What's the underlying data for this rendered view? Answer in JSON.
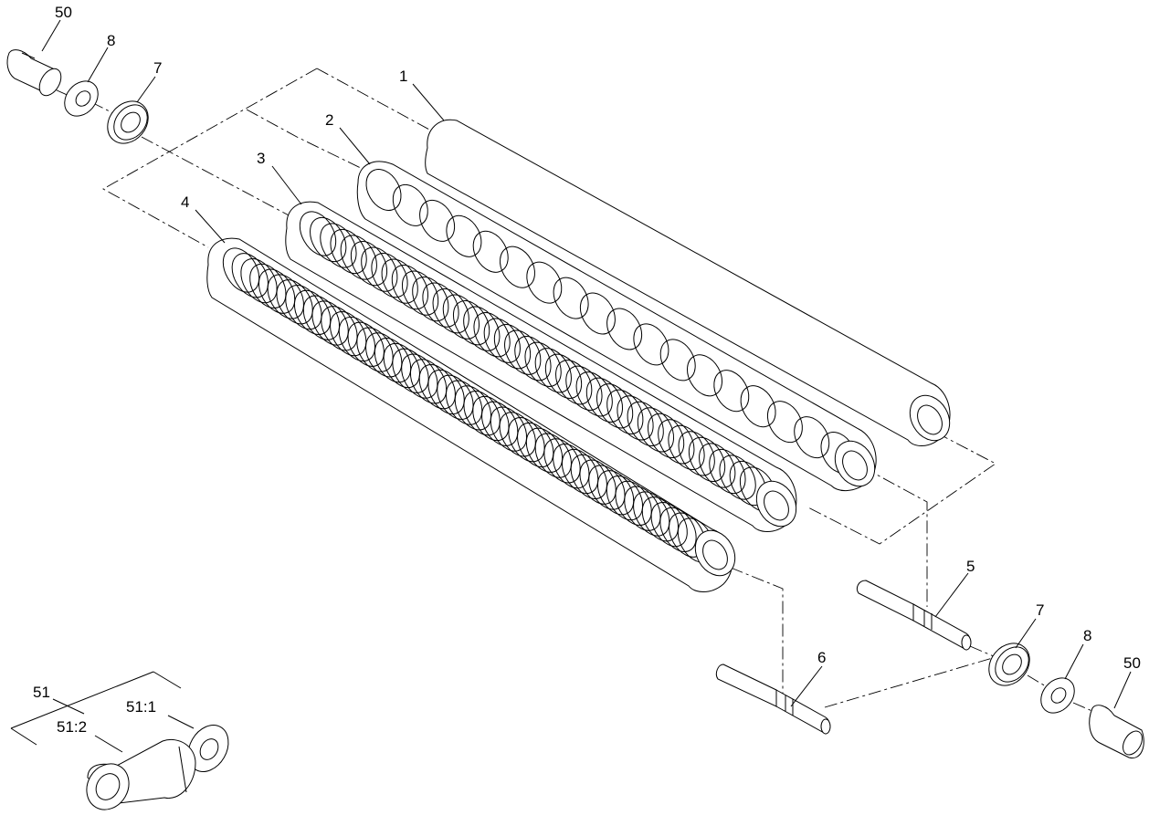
{
  "diagram": {
    "labels": {
      "roller_smooth": "1",
      "roller_spiral_coarse": "2",
      "roller_spiral_medium": "3",
      "roller_spiral_fine": "4",
      "shaft_upper": "5",
      "shaft_lower": "6",
      "bearing_left": "7",
      "bearing_right": "7",
      "washer_left": "8",
      "washer_right": "8",
      "sleeve_left": "50",
      "sleeve_right": "50",
      "kit": "51",
      "kit_part_1": "51:1",
      "kit_part_2": "51:2"
    }
  }
}
